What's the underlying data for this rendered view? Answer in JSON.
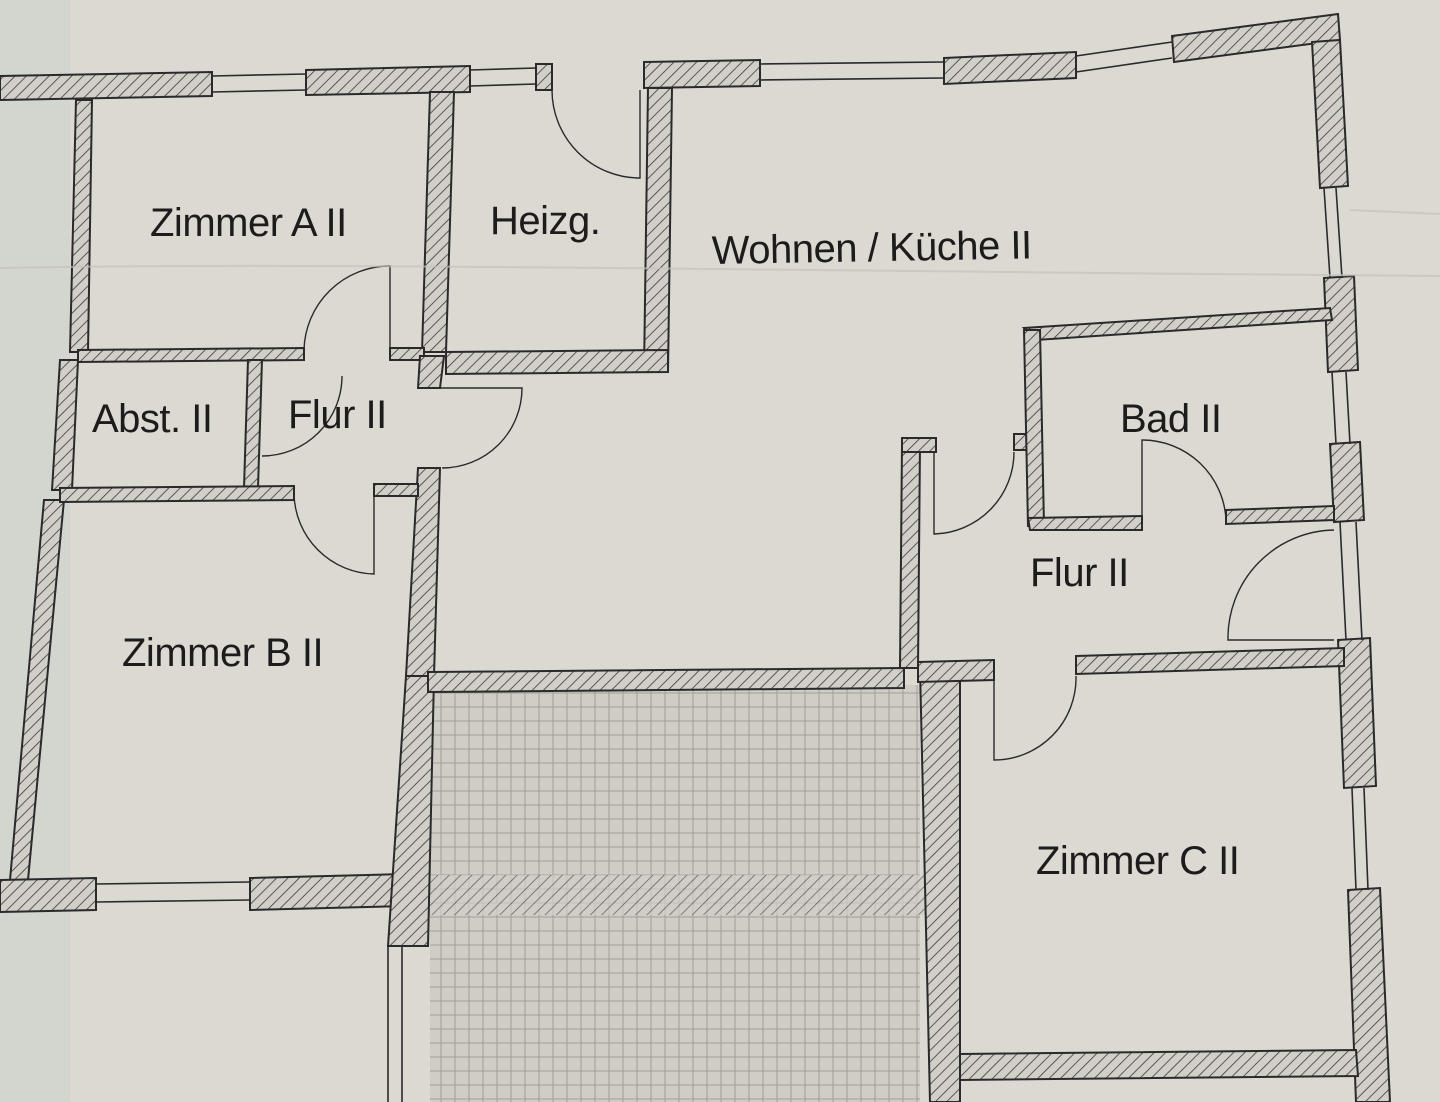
{
  "plan": {
    "rooms": {
      "zimmer_a": "Zimmer A  II",
      "heizung": "Heizg.",
      "wohnen_kueche": "Wohnen / Küche II",
      "abstell": "Abst. II",
      "flur_left": "Flur II",
      "bad": "Bad  II",
      "flur_right": "Flur II",
      "zimmer_b": "Zimmer  B  II",
      "zimmer_c": "Zimmer C II"
    },
    "colors": {
      "paper": "#dcd9d2",
      "wall_fill": "#d2cfc8",
      "line": "#2a2a2a"
    }
  }
}
